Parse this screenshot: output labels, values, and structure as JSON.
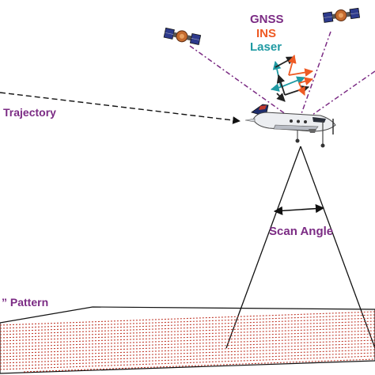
{
  "labels": {
    "gnss": "GNSS",
    "ins": "INS",
    "laser": "Laser",
    "trajectory": "Trajectory",
    "scan_angle": "Scan Angle",
    "pattern": "” Pattern"
  },
  "colors": {
    "gnss": "#7b2b84",
    "ins": "#ee5a24",
    "laser": "#1f9aa3",
    "trajectory": "#7b2b84",
    "scan_angle": "#7b2b84",
    "pattern": "#7b2b84",
    "satellite_link": "#7b2b84",
    "scan_pattern": "#c0392b",
    "lines": "#111111"
  },
  "icons": {
    "satellites": [
      "satellite-icon",
      "satellite-icon"
    ],
    "aircraft": "airplane-icon"
  }
}
